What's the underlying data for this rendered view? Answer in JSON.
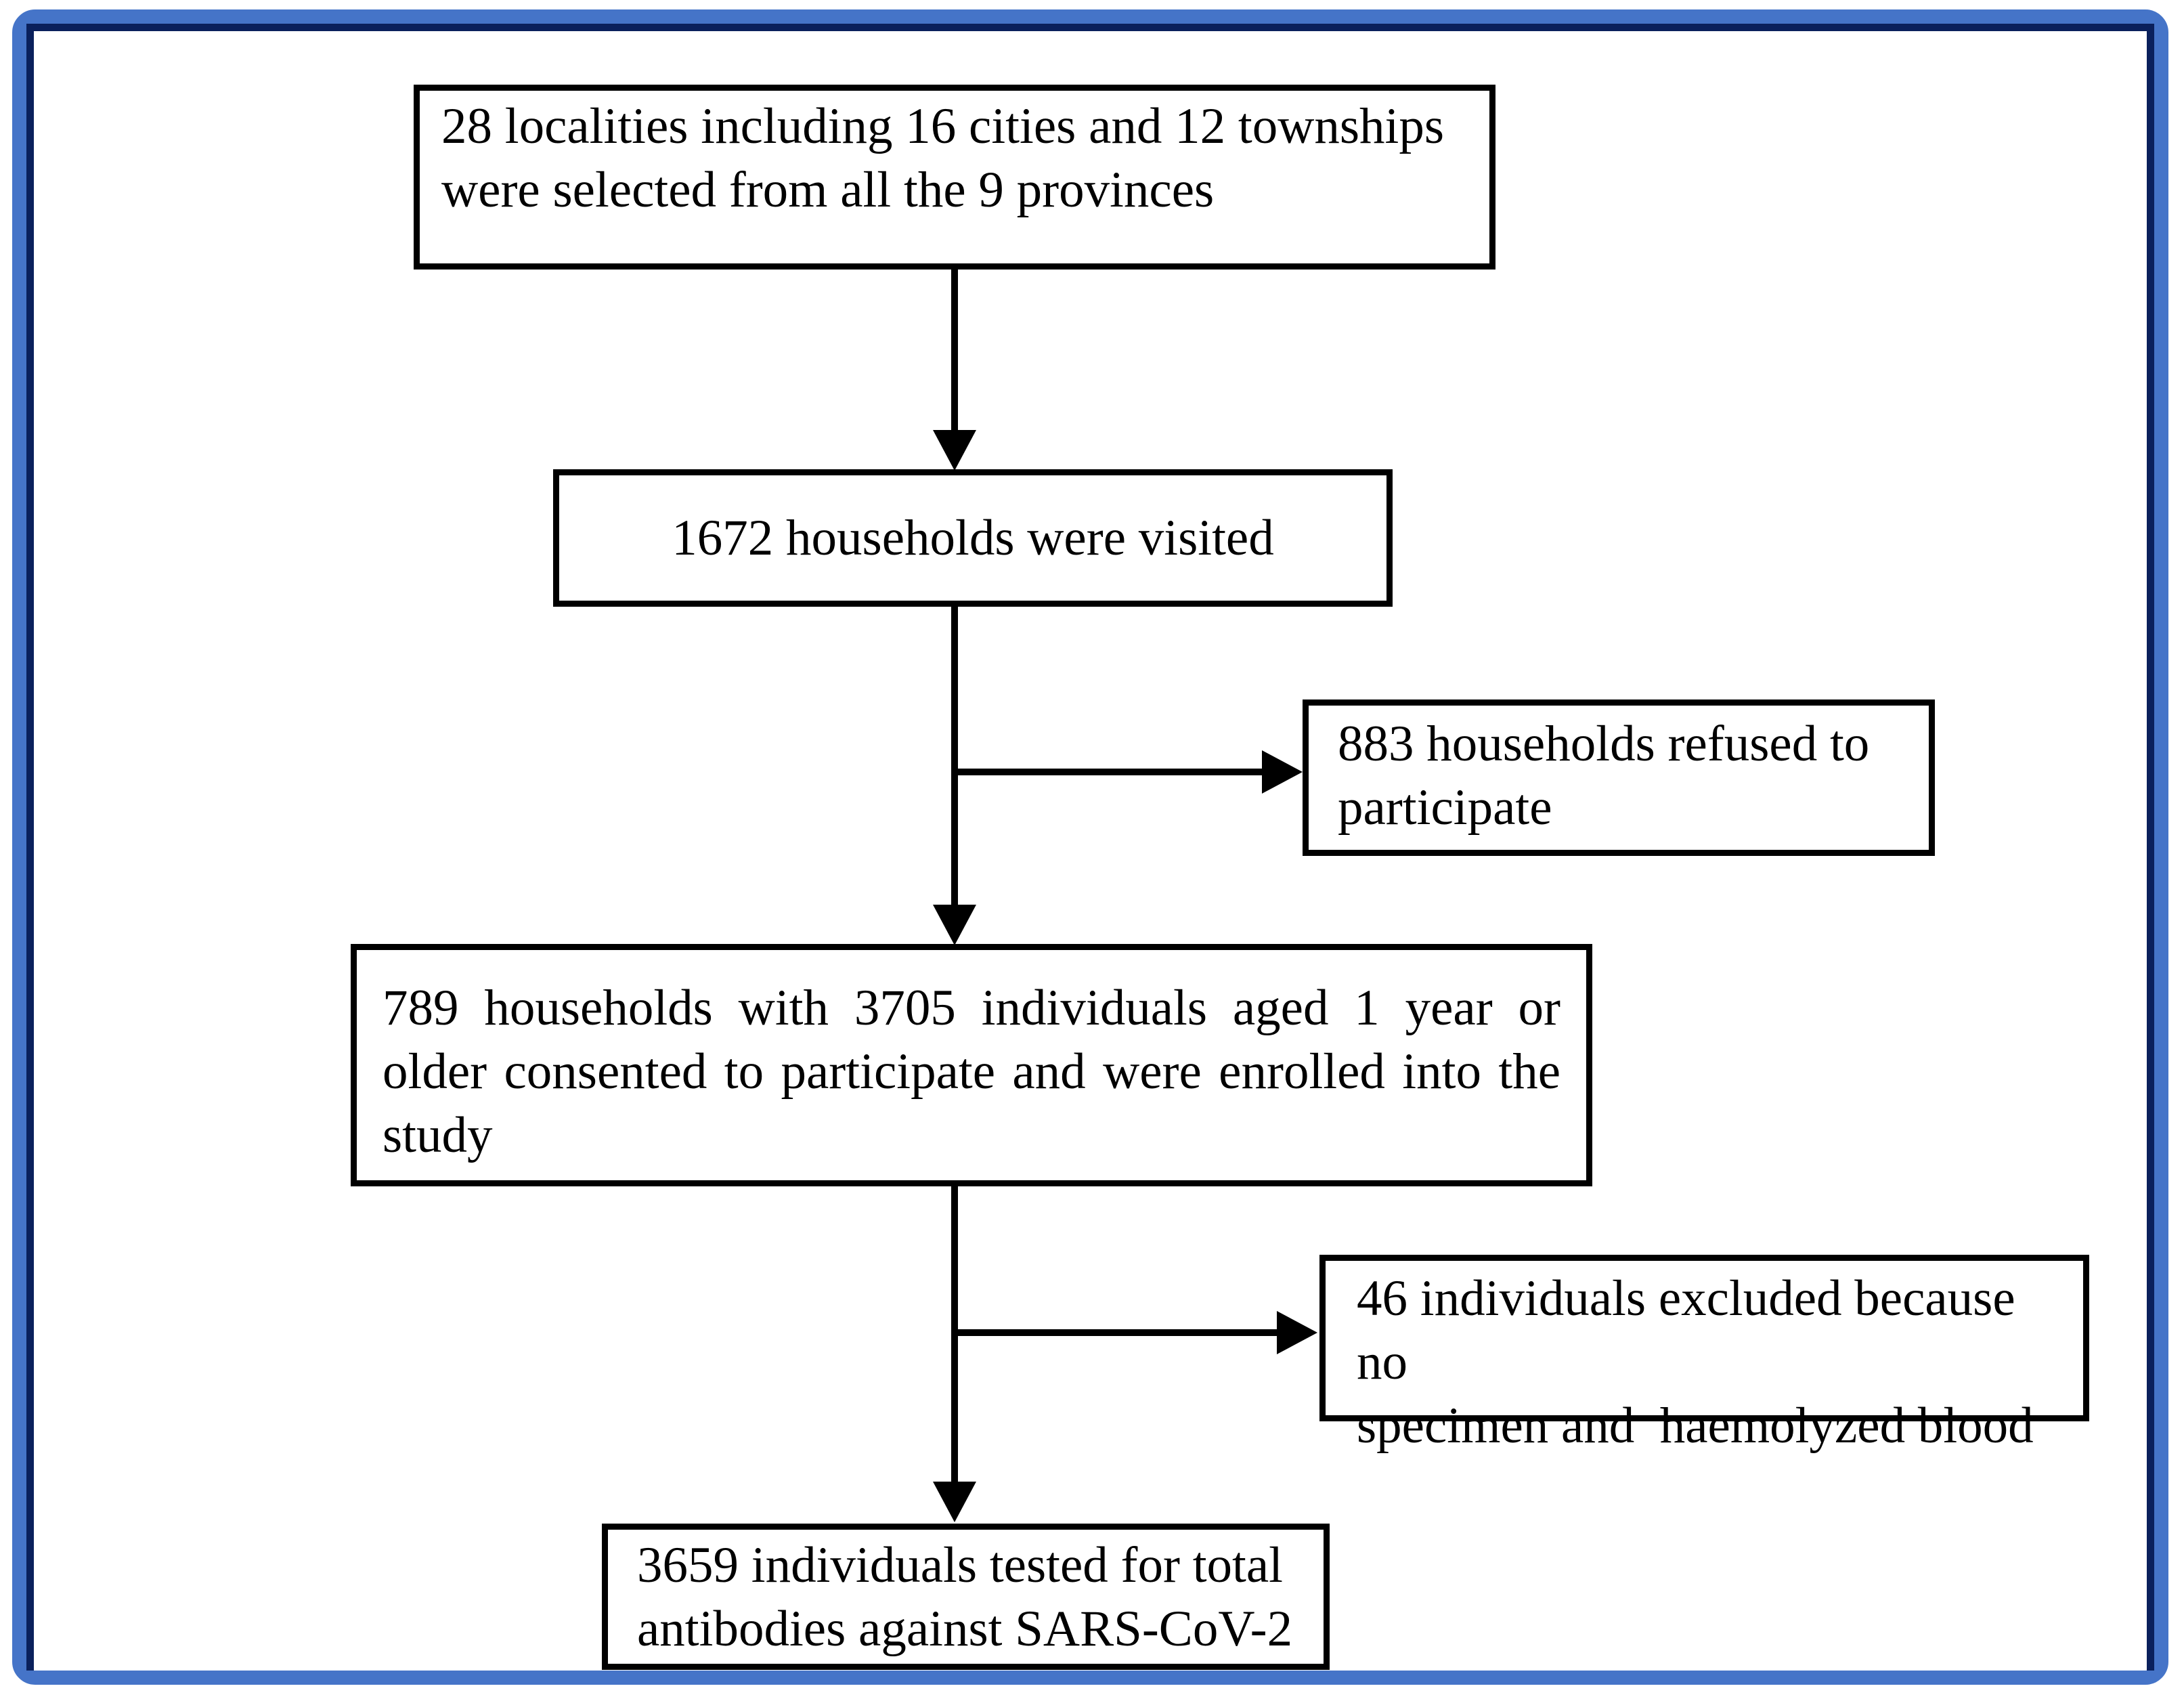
{
  "frame": {
    "outer_border_color": "#4574C8",
    "inner_border_color": "#0A205C",
    "box_border_color": "#000000",
    "arrow_color": "#000000"
  },
  "flow": {
    "boxes": [
      {
        "id": "localities-selected",
        "text": "28 localities including 16 cities and 12 townships were selected from all the 9 provinces",
        "lines": [
          "28 localities including 16 cities and 12 townships",
          "were selected from all the 9 provinces"
        ]
      },
      {
        "id": "households-visited",
        "text": "1672 households were visited",
        "lines": [
          "1672 households were visited"
        ]
      },
      {
        "id": "households-refused",
        "text": "883 households refused to participate",
        "lines": [
          "883 households refused to",
          "participate"
        ]
      },
      {
        "id": "households-enrolled",
        "text": "789 households with 3705 individuals aged 1 year or older consented to participate and were enrolled into the study",
        "lines": [
          "789 households with 3705 individuals aged 1 year or",
          "older consented to participate and were enrolled into the",
          "study"
        ]
      },
      {
        "id": "individuals-excluded",
        "text": "46 individuals excluded because no specimen and  haemolyzed blood",
        "lines": [
          "46 individuals excluded because no",
          "specimen and  haemolyzed blood"
        ]
      },
      {
        "id": "individuals-tested",
        "text": "3659 individuals tested for total antibodies against SARS-CoV-2",
        "lines": [
          "3659 individuals tested for total",
          "antibodies against SARS-CoV-2"
        ]
      }
    ],
    "connections": [
      {
        "from": "localities-selected",
        "to": "households-visited",
        "type": "down-arrow"
      },
      {
        "from": "households-visited",
        "to": "households-refused",
        "type": "right-branch-arrow"
      },
      {
        "from": "households-visited",
        "to": "households-enrolled",
        "type": "down-arrow"
      },
      {
        "from": "households-enrolled",
        "to": "individuals-excluded",
        "type": "right-branch-arrow"
      },
      {
        "from": "households-enrolled",
        "to": "individuals-tested",
        "type": "down-arrow"
      }
    ]
  }
}
